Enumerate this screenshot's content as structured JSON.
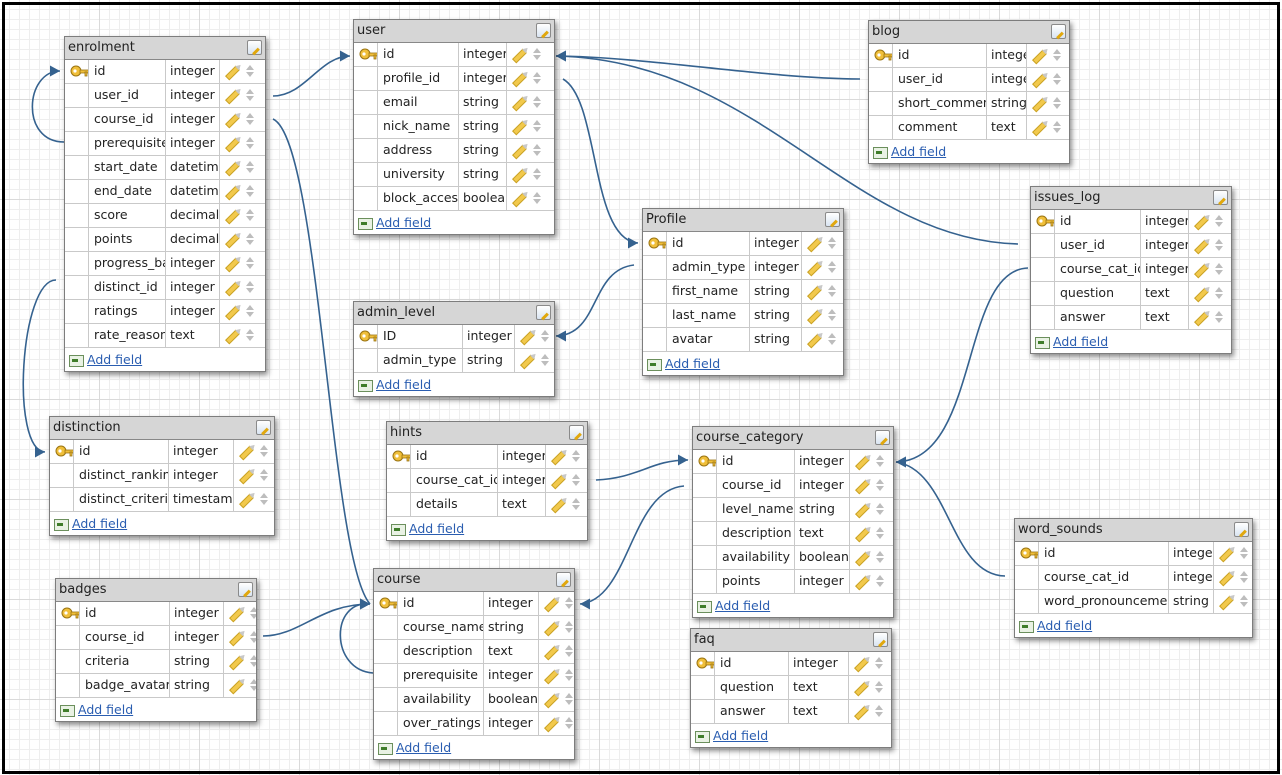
{
  "tables": [
    {
      "id": "enrolment",
      "title": "enrolment",
      "add_label": "Add field",
      "fields": [
        {
          "name": "id",
          "type": "integer",
          "key": true
        },
        {
          "name": "user_id",
          "type": "integer"
        },
        {
          "name": "course_id",
          "type": "integer"
        },
        {
          "name": "prerequisite",
          "type": "integer"
        },
        {
          "name": "start_date",
          "type": "datetime"
        },
        {
          "name": "end_date",
          "type": "datetime"
        },
        {
          "name": "score",
          "type": "decimal"
        },
        {
          "name": "points",
          "type": "decimal"
        },
        {
          "name": "progress_bar",
          "type": "integer"
        },
        {
          "name": "distinct_id",
          "type": "integer"
        },
        {
          "name": "ratings",
          "type": "integer"
        },
        {
          "name": "rate_reason",
          "type": "text"
        }
      ]
    },
    {
      "id": "user",
      "title": "user",
      "add_label": "Add field",
      "fields": [
        {
          "name": "id",
          "type": "integer",
          "key": true
        },
        {
          "name": "profile_id",
          "type": "integer"
        },
        {
          "name": "email",
          "type": "string"
        },
        {
          "name": "nick_name",
          "type": "string"
        },
        {
          "name": "address",
          "type": "string"
        },
        {
          "name": "university",
          "type": "string"
        },
        {
          "name": "block_access",
          "type": "boolean"
        }
      ]
    },
    {
      "id": "blog",
      "title": "blog",
      "add_label": "Add field",
      "fields": [
        {
          "name": "id",
          "type": "integer",
          "key": true
        },
        {
          "name": "user_id",
          "type": "integer"
        },
        {
          "name": "short_comment",
          "type": "string"
        },
        {
          "name": "comment",
          "type": "text"
        }
      ]
    },
    {
      "id": "issues_log",
      "title": "issues_log",
      "add_label": "Add field",
      "fields": [
        {
          "name": "id",
          "type": "integer",
          "key": true
        },
        {
          "name": "user_id",
          "type": "integer"
        },
        {
          "name": "course_cat_id",
          "type": "integer"
        },
        {
          "name": "question",
          "type": "text"
        },
        {
          "name": "answer",
          "type": "text"
        }
      ]
    },
    {
      "id": "profile",
      "title": "Profile",
      "add_label": "Add field",
      "fields": [
        {
          "name": "id",
          "type": "integer",
          "key": true
        },
        {
          "name": "admin_type",
          "type": "integer"
        },
        {
          "name": "first_name",
          "type": "string"
        },
        {
          "name": "last_name",
          "type": "string"
        },
        {
          "name": "avatar",
          "type": "string"
        }
      ]
    },
    {
      "id": "admin_level",
      "title": "admin_level",
      "add_label": "Add field",
      "fields": [
        {
          "name": "ID",
          "type": "integer",
          "key": true
        },
        {
          "name": "admin_type",
          "type": "string"
        }
      ]
    },
    {
      "id": "distinction",
      "title": "distinction",
      "add_label": "Add field",
      "fields": [
        {
          "name": "id",
          "type": "integer",
          "key": true
        },
        {
          "name": "distinct_ranking",
          "type": "integer"
        },
        {
          "name": "distinct_criteria",
          "type": "timestamp"
        }
      ]
    },
    {
      "id": "hints",
      "title": "hints",
      "add_label": "Add field",
      "fields": [
        {
          "name": "id",
          "type": "integer",
          "key": true
        },
        {
          "name": "course_cat_id",
          "type": "integer"
        },
        {
          "name": "details",
          "type": "text"
        }
      ]
    },
    {
      "id": "course_category",
      "title": "course_category",
      "add_label": "Add field",
      "fields": [
        {
          "name": "id",
          "type": "integer",
          "key": true
        },
        {
          "name": "course_id",
          "type": "integer"
        },
        {
          "name": "level_name",
          "type": "string"
        },
        {
          "name": "description",
          "type": "text"
        },
        {
          "name": "availability",
          "type": "boolean"
        },
        {
          "name": "points",
          "type": "integer"
        }
      ]
    },
    {
      "id": "word_sounds",
      "title": "word_sounds",
      "add_label": "Add field",
      "fields": [
        {
          "name": "id",
          "type": "integer",
          "key": true
        },
        {
          "name": "course_cat_id",
          "type": "integer"
        },
        {
          "name": "word_pronouncement",
          "type": "string"
        }
      ]
    },
    {
      "id": "badges",
      "title": "badges",
      "add_label": "Add field",
      "fields": [
        {
          "name": "id",
          "type": "integer",
          "key": true
        },
        {
          "name": "course_id",
          "type": "integer"
        },
        {
          "name": "criteria",
          "type": "string"
        },
        {
          "name": "badge_avatar",
          "type": "string"
        }
      ]
    },
    {
      "id": "course",
      "title": "course",
      "add_label": "Add field",
      "fields": [
        {
          "name": "id",
          "type": "integer",
          "key": true
        },
        {
          "name": "course_name",
          "type": "string"
        },
        {
          "name": "description",
          "type": "text"
        },
        {
          "name": "prerequisite",
          "type": "integer"
        },
        {
          "name": "availability",
          "type": "boolean"
        },
        {
          "name": "over_ratings",
          "type": "integer"
        }
      ]
    },
    {
      "id": "faq",
      "title": "faq",
      "add_label": "Add field",
      "fields": [
        {
          "name": "id",
          "type": "integer",
          "key": true
        },
        {
          "name": "question",
          "type": "text"
        },
        {
          "name": "answer",
          "type": "text"
        }
      ]
    }
  ],
  "colors": {
    "link": "#35628f",
    "header": "#d6d6d6"
  }
}
